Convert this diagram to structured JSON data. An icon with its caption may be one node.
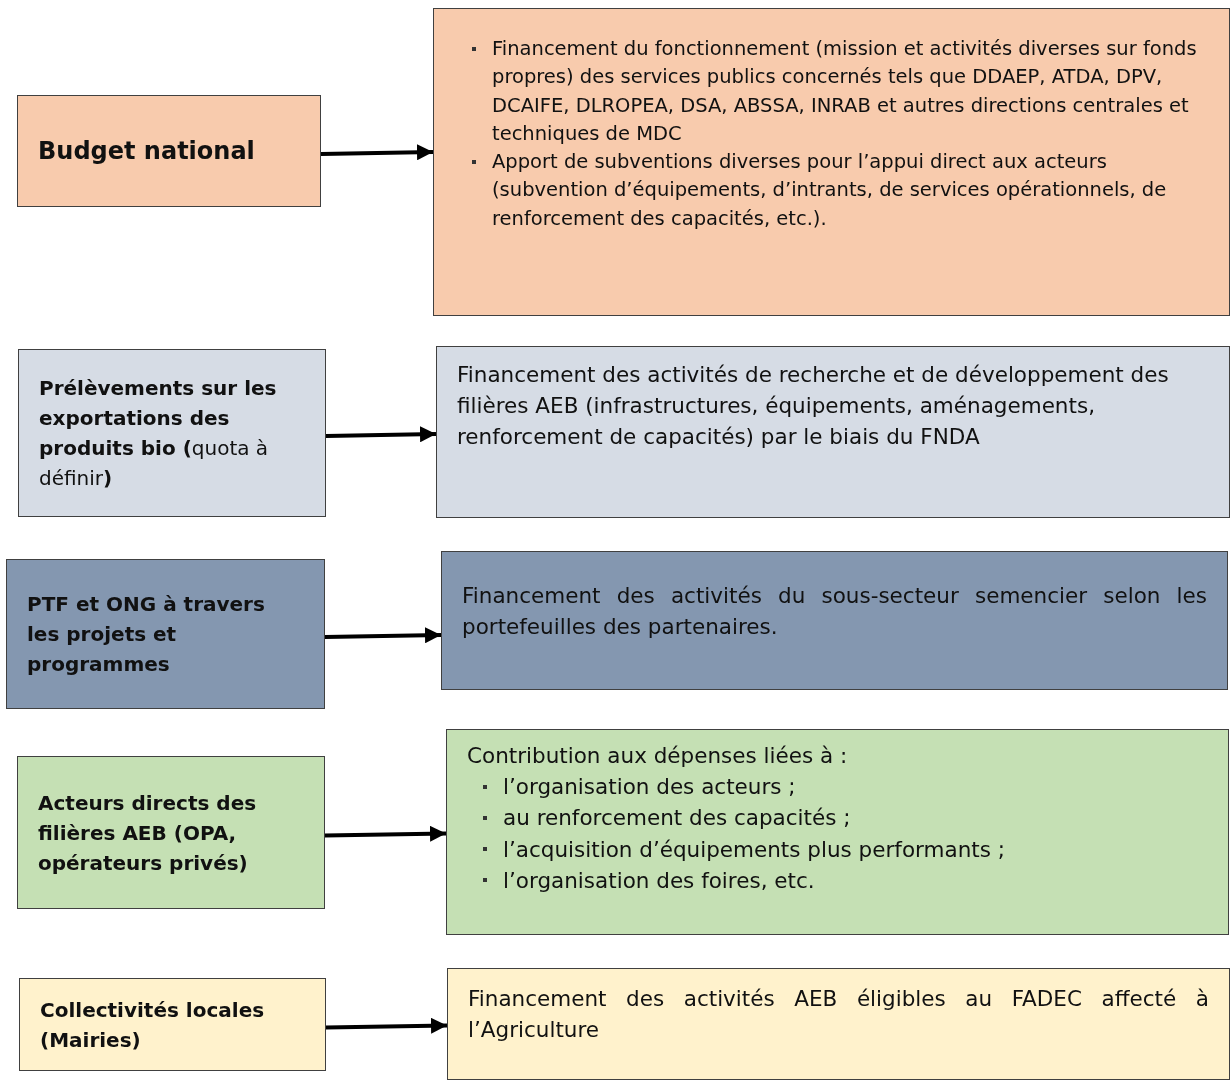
{
  "diagram": {
    "nodes": [
      {
        "text": [
          "Budget national"
        ]
      },
      {
        "text": [
          "Financement du fonctionnement (mission et activités diverses sur fonds propres) des services publics concernés tels que DDAEP, ATDA, DPV, DCAIFE, DLROPEA, DSA, ABSSA, INRAB et autres directions centrales et techniques de MDC",
          "Apport de subventions diverses pour l’appui direct aux acteurs (subvention d’équipements, d’intrants, de services opérationnels, de renforcement des capacités, etc.)."
        ]
      },
      {
        "text": [
          "**Prélèvements sur les exportations des produits bio (**quota à définir**)**"
        ]
      },
      {
        "text": [
          "Financement des activités de recherche et de développement des filières AEB (infrastructures, équipements, aménagements, renforcement de capacités) par le biais du FNDA"
        ]
      },
      {
        "text": [
          "PTF et ONG à travers les projets et programmes"
        ]
      },
      {
        "text": [
          "Financement des activités du sous-secteur semencier selon les portefeuilles des partenaires."
        ]
      },
      {
        "text": [
          "Acteurs directs des filières AEB (OPA, opérateurs privés)"
        ]
      },
      {
        "text": [
          "Contribution aux dépenses liées à :",
          "l’organisation des acteurs ;",
          "au renforcement des capacités ;",
          "l’acquisition d’équipements plus performants ;",
          "l’organisation des foires, etc."
        ]
      },
      {
        "text": [
          "Collectivités locales (Mairies)"
        ]
      },
      {
        "text": [
          "Financement des activités AEB éligibles au FADEC affecté à l’Agriculture"
        ]
      }
    ],
    "edges": [
      {
        "from": 0,
        "to": 1,
        "arrow": "to"
      },
      {
        "from": 2,
        "to": 3,
        "arrow": "to"
      },
      {
        "from": 4,
        "to": 5,
        "arrow": "to"
      },
      {
        "from": 6,
        "to": 7,
        "arrow": "to"
      },
      {
        "from": 8,
        "to": 9,
        "arrow": "to"
      }
    ]
  }
}
